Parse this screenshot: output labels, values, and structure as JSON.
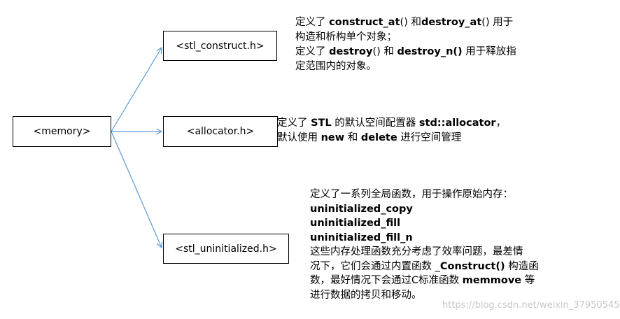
{
  "colors": {
    "arrow": "#5b9bd5",
    "border": "#000000",
    "watermark": "#c8c8c8"
  },
  "boxes": {
    "memory": "<memory>",
    "construct": "<stl_construct.h>",
    "allocator": "<allocator.h>",
    "uninitialized": "<stl_uninitialized.h>"
  },
  "notes": {
    "construct": {
      "l1_a": "定义了 ",
      "l1_b": "construct_at",
      "l1_c": "()  和",
      "l1_d": "destroy_at",
      "l1_e": "() 用于",
      "l2": "构造和析构单个对象；",
      "l3_a": "定义了 ",
      "l3_b": "destroy",
      "l3_c": "() 和 ",
      "l3_d": "destroy_n()",
      "l3_e": " 用于释放指",
      "l4": "定范围内的对象。"
    },
    "allocator": {
      "l1_a": "定义了 ",
      "l1_b": "STL",
      "l1_c": " 的默认空间配置器 ",
      "l1_d": "std::allocator",
      "l1_e": "，",
      "l2_a": "默认使用 ",
      "l2_b": "new",
      "l2_c": " 和 ",
      "l2_d": "delete",
      "l2_e": " 进行空间管理"
    },
    "uninitialized": {
      "l1": "定义了一系列全局函数，用于操作原始内存：",
      "l2": "uninitialized_copy",
      "l3": "uninitialized_fill",
      "l4": "uninitialized_fill_n",
      "l5": "这些内存处理函数充分考虑了效率问题，最差情",
      "l6_a": "况下，它们会通过内置函数 _",
      "l6_b": "Construct()",
      "l6_c": " 构造函",
      "l7_a": "数，最好情况下会通过C标准函数 ",
      "l7_b": "memmove",
      "l7_c": " 等",
      "l8": "进行数据的拷贝和移动。"
    }
  },
  "watermark": "https://blog.csdn.net/weixin_37950545"
}
